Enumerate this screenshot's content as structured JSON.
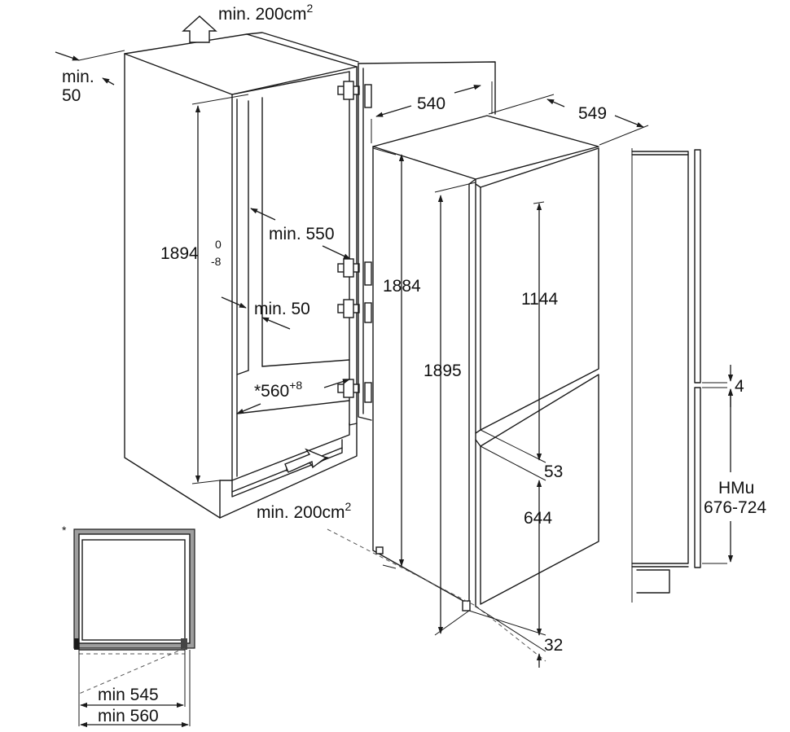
{
  "labels": {
    "vent_top": "min. 200cm",
    "vent_top_sup": "2",
    "min": "min.",
    "min_50_a": "50",
    "niche_height": "1894",
    "niche_height_tol_top": "0",
    "niche_height_tol_bottom": "-8",
    "min_550": "min. 550",
    "min_50_b": "min. 50",
    "niche_width": "*560",
    "niche_width_tol": "+8",
    "vent_bottom": "min. 200cm",
    "vent_bottom_sup": "2",
    "depth_540": "540",
    "depth_549": "549",
    "height_1884": "1884",
    "height_1895": "1895",
    "door_1144": "1144",
    "gap_53": "53",
    "door_644": "644",
    "foot_32": "32",
    "gap_4": "4",
    "hmu": "HMu",
    "hmu_range": "676-724",
    "asterisk": "*",
    "min_545": "min 545",
    "min_560": "min 560"
  }
}
